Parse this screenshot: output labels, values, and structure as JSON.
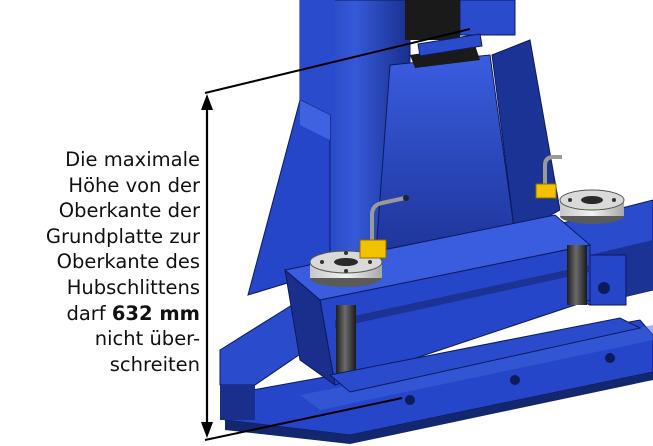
{
  "caption": {
    "line1": "Die maximale",
    "line2": "Höhe von der",
    "line3": "Oberkante der",
    "line4": "Grundplatte zur",
    "line5": "Oberkante des",
    "line6": "Hubschlittens",
    "line7_prefix": "darf ",
    "line7_value": "632 mm",
    "line8": "nicht über-",
    "line9": "schreiten"
  },
  "colors": {
    "steel_blue": "#2546c8",
    "steel_blue_dark": "#1a2f8c",
    "steel_blue_light": "#3f63e0",
    "rubber": "#3a3a3a",
    "safety_yellow": "#f2c200",
    "dimension_line": "#000000"
  },
  "icons": {
    "dimension": "double-arrow-vertical-icon",
    "latch": "lock-latch-icon"
  }
}
